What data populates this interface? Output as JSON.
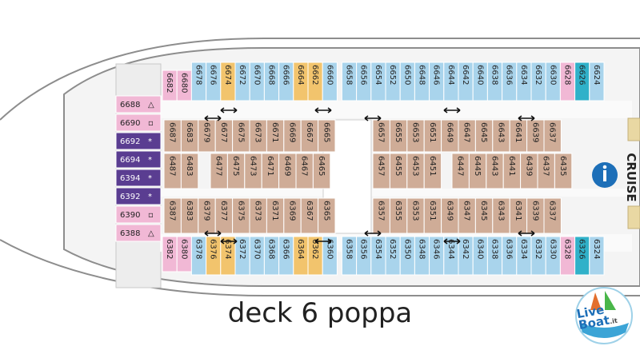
{
  "caption": "deck 6 poppa",
  "logo": {
    "text": "Live",
    "text2": "Boat",
    "suffix": ".it"
  },
  "aft_label": "CRUISE",
  "info_icon": "info-icon",
  "colors": {
    "blue": "#a9d4ec",
    "tan": "#cfac97",
    "pink": "#f1b8d5",
    "orange": "#f2c46d",
    "purple": "#5a3d91",
    "teal": "#30b1c9",
    "hull": "#ededed"
  },
  "top_row": [
    {
      "label": "6682",
      "c": "pink"
    },
    {
      "label": "6680",
      "c": "pink"
    },
    {
      "label": "6678",
      "c": "blue"
    },
    {
      "label": "6676",
      "c": "blue"
    },
    {
      "label": "6674",
      "c": "orange"
    },
    {
      "label": "6672",
      "c": "blue"
    },
    {
      "label": "6670",
      "c": "blue"
    },
    {
      "label": "6668",
      "c": "blue"
    },
    {
      "label": "6666",
      "c": "blue"
    },
    {
      "label": "6664",
      "c": "orange"
    },
    {
      "label": "6662",
      "c": "orange"
    },
    {
      "label": "6660",
      "c": "blue"
    },
    {
      "label": "6658",
      "c": "blue"
    },
    {
      "label": "6656",
      "c": "blue"
    },
    {
      "label": "6654",
      "c": "blue"
    },
    {
      "label": "6652",
      "c": "blue"
    },
    {
      "label": "6650",
      "c": "blue"
    },
    {
      "label": "6648",
      "c": "blue"
    },
    {
      "label": "6646",
      "c": "blue"
    },
    {
      "label": "6644",
      "c": "blue"
    },
    {
      "label": "6642",
      "c": "blue"
    },
    {
      "label": "6640",
      "c": "blue"
    },
    {
      "label": "6638",
      "c": "blue"
    },
    {
      "label": "6636",
      "c": "blue"
    },
    {
      "label": "6634",
      "c": "blue"
    },
    {
      "label": "6632",
      "c": "blue"
    },
    {
      "label": "6630",
      "c": "blue"
    },
    {
      "label": "6628",
      "c": "pink"
    },
    {
      "label": "6626",
      "c": "teal"
    },
    {
      "label": "6624",
      "c": "blue"
    }
  ],
  "bottom_row": [
    {
      "label": "6382",
      "c": "pink"
    },
    {
      "label": "6380",
      "c": "pink"
    },
    {
      "label": "6378",
      "c": "blue"
    },
    {
      "label": "6376",
      "c": "orange"
    },
    {
      "label": "6374",
      "c": "orange"
    },
    {
      "label": "6372",
      "c": "blue"
    },
    {
      "label": "6370",
      "c": "blue"
    },
    {
      "label": "6368",
      "c": "blue"
    },
    {
      "label": "6366",
      "c": "blue"
    },
    {
      "label": "6364",
      "c": "orange"
    },
    {
      "label": "6362",
      "c": "orange"
    },
    {
      "label": "6360",
      "c": "blue"
    },
    {
      "label": "6358",
      "c": "blue"
    },
    {
      "label": "6356",
      "c": "blue"
    },
    {
      "label": "6354",
      "c": "blue"
    },
    {
      "label": "6352",
      "c": "blue"
    },
    {
      "label": "6350",
      "c": "blue"
    },
    {
      "label": "6348",
      "c": "blue"
    },
    {
      "label": "6346",
      "c": "blue"
    },
    {
      "label": "6344",
      "c": "blue"
    },
    {
      "label": "6342",
      "c": "blue"
    },
    {
      "label": "6340",
      "c": "blue"
    },
    {
      "label": "6338",
      "c": "blue"
    },
    {
      "label": "6336",
      "c": "blue"
    },
    {
      "label": "6334",
      "c": "blue"
    },
    {
      "label": "6332",
      "c": "blue"
    },
    {
      "label": "6330",
      "c": "blue"
    },
    {
      "label": "6328",
      "c": "pink"
    },
    {
      "label": "6326",
      "c": "teal"
    },
    {
      "label": "6324",
      "c": "blue"
    }
  ],
  "inner_row1": [
    [
      "6687",
      "6683",
      "6679",
      "6677",
      "6675",
      "6673",
      "6671",
      "6669",
      "6667",
      "6665"
    ],
    [
      "6657",
      "6655",
      "6653",
      "6651",
      "6649",
      "6647",
      "6645",
      "6643",
      "6641",
      "6639",
      "6637"
    ]
  ],
  "inner_row2": [
    [
      "6487",
      "6483"
    ],
    [
      "6477",
      "6475",
      "6473",
      "6471",
      "6469",
      "6467",
      "6465"
    ],
    [
      "6457",
      "6455",
      "6453",
      "6451"
    ],
    [
      "6447",
      "6445",
      "6443",
      "6441",
      "6439",
      "6437",
      "6435"
    ]
  ],
  "inner_row3": [
    [
      "6387",
      "6383",
      "6379",
      "6377",
      "6375",
      "6373",
      "6371",
      "6369",
      "6367",
      "6365"
    ],
    [
      "6357",
      "6355",
      "6353",
      "6351",
      "6349",
      "6347",
      "6345",
      "6343",
      "6341",
      "6339",
      "6337"
    ]
  ],
  "side_cabins": [
    {
      "label": "6688",
      "mark": "△",
      "c": "pink"
    },
    {
      "label": "6690",
      "mark": "▫",
      "c": "pink"
    },
    {
      "label": "6692",
      "mark": "*",
      "c": "purple"
    },
    {
      "label": "6694",
      "mark": "*",
      "c": "purple"
    },
    {
      "label": "6394",
      "mark": "*",
      "c": "purple"
    },
    {
      "label": "6392",
      "mark": "*",
      "c": "purple"
    },
    {
      "label": "6390",
      "mark": "▫",
      "c": "pink"
    },
    {
      "label": "6388",
      "mark": "△",
      "c": "pink"
    }
  ]
}
